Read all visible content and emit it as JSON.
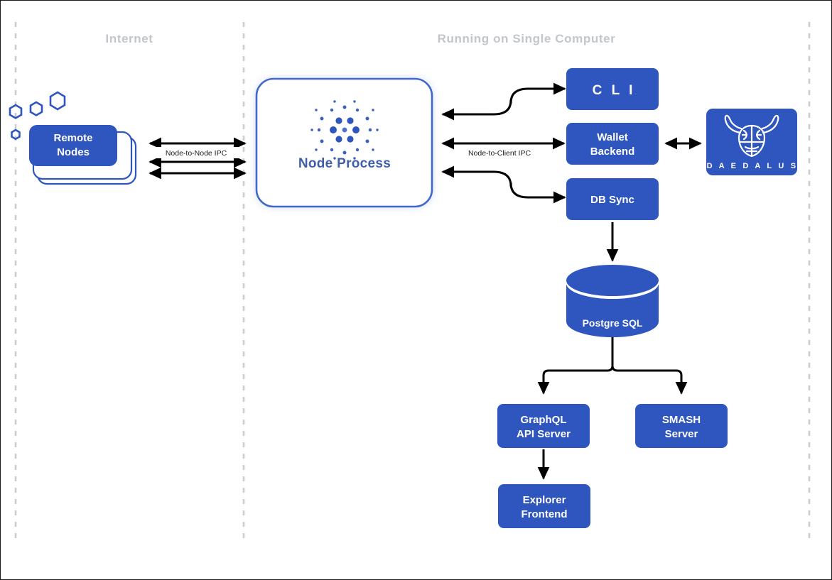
{
  "zones": [
    {
      "id": "internet",
      "label": "Internet"
    },
    {
      "id": "single-computer",
      "label": "Running on Single Computer"
    }
  ],
  "nodes": {
    "remote_nodes": {
      "label_line1": "Remote",
      "label_line2": "Nodes"
    },
    "node_process": {
      "label": "Node Process",
      "logo": "cardano-logo"
    },
    "cli": {
      "label": "C L I"
    },
    "wallet_backend": {
      "label_line1": "Wallet",
      "label_line2": "Backend"
    },
    "db_sync": {
      "label": "DB Sync"
    },
    "daedalus": {
      "label": "D A E D A L U S",
      "logo": "daedalus-bull-icon"
    },
    "postgres": {
      "label": "Postgre SQL"
    },
    "graphql": {
      "label_line1": "GraphQL",
      "label_line2": "API Server"
    },
    "smash": {
      "label_line1": "SMASH",
      "label_line2": "Server"
    },
    "explorer": {
      "label_line1": "Explorer",
      "label_line2": "Frontend"
    }
  },
  "connections": [
    {
      "id": "node-to-node-ipc",
      "label": "Node-to-Node IPC"
    },
    {
      "id": "node-to-client-ipc",
      "label": "Node-to-Client IPC"
    }
  ],
  "colors": {
    "brand_blue": "#2f56bf",
    "node_border": "#4267c9",
    "node_text": "#3f5fa8",
    "zone_label": "#c3c6cb",
    "dash_divider": "#c9ccd1",
    "arrow": "#000000",
    "frame_border": "#1a1a1a",
    "background": "#ffffff"
  }
}
